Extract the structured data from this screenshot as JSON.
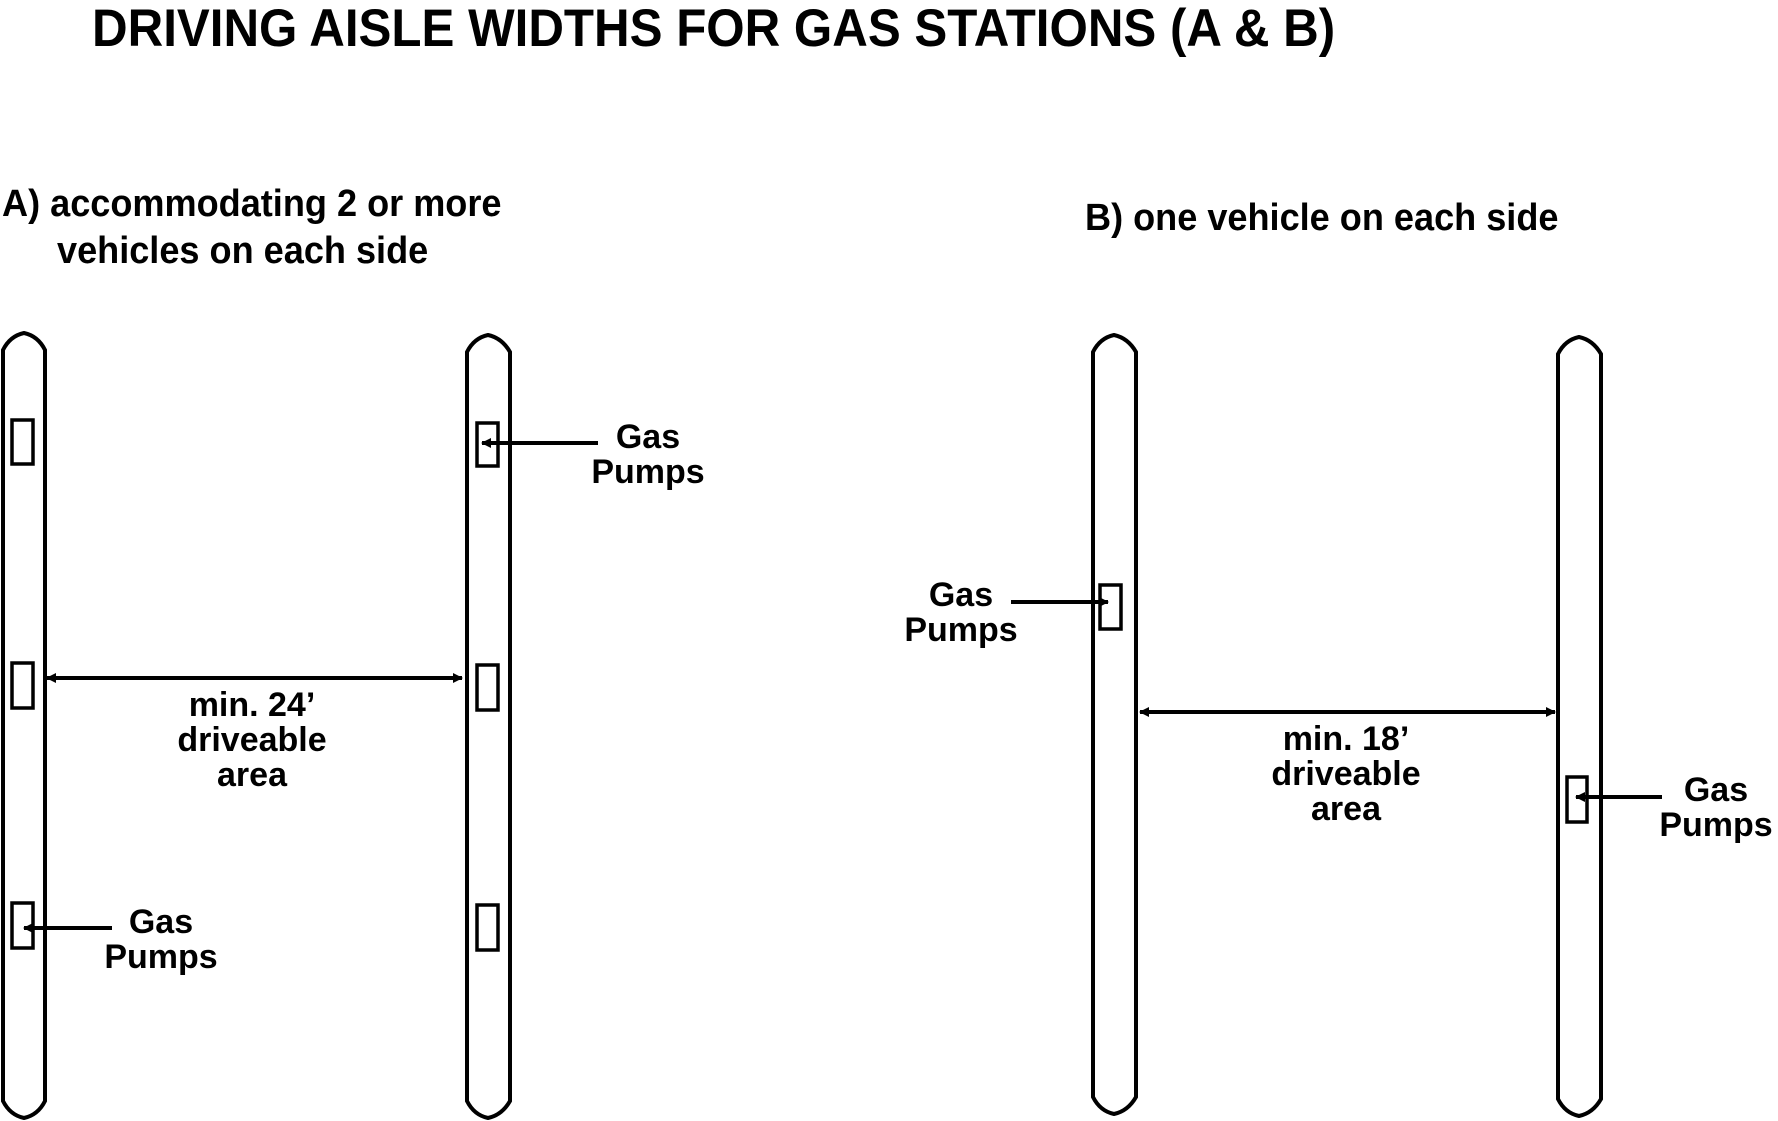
{
  "title": "DRIVING AISLE WIDTHS FOR GAS STATIONS (A & B)",
  "panel_a": {
    "heading_line1": "A) accommodating 2 or more",
    "heading_line2": "vehicles on each side",
    "dimension_line1": "min. 24’",
    "dimension_line2": "driveable",
    "dimension_line3": "area",
    "callout_top": {
      "line1": "Gas",
      "line2": "Pumps"
    },
    "callout_bottom": {
      "line1": "Gas",
      "line2": "Pumps"
    },
    "min_width_ft": 24
  },
  "panel_b": {
    "heading": "B) one vehicle on each side",
    "dimension_line1": "min. 18’",
    "dimension_line2": "driveable",
    "dimension_line3": "area",
    "callout_left": {
      "line1": "Gas",
      "line2": "Pumps"
    },
    "callout_right": {
      "line1": "Gas",
      "line2": "Pumps"
    },
    "min_width_ft": 18
  },
  "colors": {
    "ink": "#000000",
    "background": "#ffffff"
  }
}
